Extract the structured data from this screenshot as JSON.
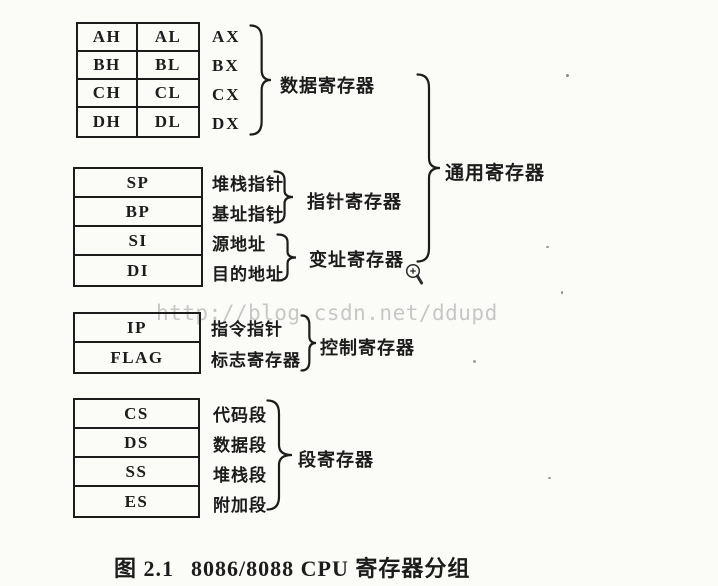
{
  "colors": {
    "paper": "#fbfbf8",
    "ink": "#1c1c1c",
    "watermark": "#c7c7c7"
  },
  "watermark_text": "http://blog.csdn.net/ddupd",
  "icons": {
    "magnifier": "zoom-in-magnifier-icon"
  },
  "data_group": {
    "label": "数据寄存器",
    "rows": [
      {
        "high": "AH",
        "low": "AL",
        "word": "AX"
      },
      {
        "high": "BH",
        "low": "BL",
        "word": "BX"
      },
      {
        "high": "CH",
        "low": "CL",
        "word": "CX"
      },
      {
        "high": "DH",
        "low": "DL",
        "word": "DX"
      }
    ]
  },
  "pointer_index_group": {
    "pointer_label": "指针寄存器",
    "index_label": "变址寄存器",
    "rows": [
      {
        "name": "SP",
        "desc": "堆栈指针"
      },
      {
        "name": "BP",
        "desc": "基址指针"
      },
      {
        "name": "SI",
        "desc": "源地址"
      },
      {
        "name": "DI",
        "desc": "目的地址"
      }
    ]
  },
  "general_group": {
    "label": "通用寄存器"
  },
  "control_group": {
    "label": "控制寄存器",
    "rows": [
      {
        "name": "IP",
        "desc": "指令指针"
      },
      {
        "name": "FLAG",
        "desc": "标志寄存器"
      }
    ]
  },
  "segment_group": {
    "label": "段寄存器",
    "rows": [
      {
        "name": "CS",
        "desc": "代码段"
      },
      {
        "name": "DS",
        "desc": "数据段"
      },
      {
        "name": "SS",
        "desc": "堆栈段"
      },
      {
        "name": "ES",
        "desc": "附加段"
      }
    ]
  },
  "figure": {
    "caption_figure_no": "图 2.1",
    "caption_title": "8086/8088 CPU 寄存器分组"
  }
}
